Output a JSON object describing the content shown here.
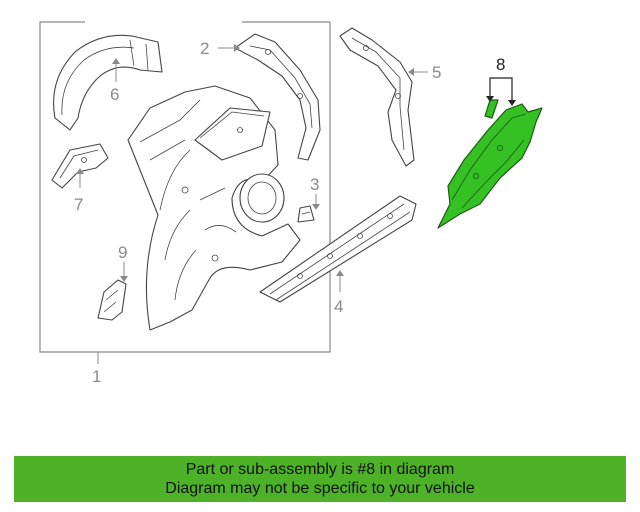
{
  "diagram": {
    "highlighted_part": "8",
    "highlight_color": "#35c024",
    "labels": {
      "p1": "1",
      "p2": "2",
      "p3": "3",
      "p4": "4",
      "p5": "5",
      "p6": "6",
      "p7": "7",
      "p8": "8",
      "p9": "9"
    }
  },
  "banner": {
    "line1": "Part or sub-assembly is #8 in diagram",
    "line2": "Diagram may not be specific to your vehicle",
    "background": "#4db228"
  }
}
